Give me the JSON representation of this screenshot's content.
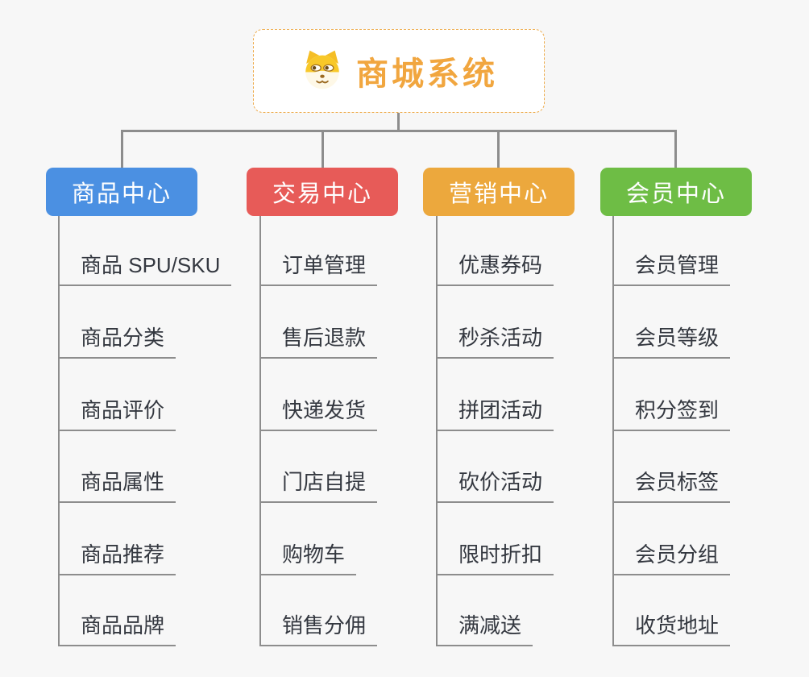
{
  "root": {
    "title": "商城系统",
    "icon": "doge-face-icon"
  },
  "colors": {
    "root_text": "#F1A63F",
    "root_border": "#EDAB4C",
    "connector_gray": "#8D8D8D",
    "subtopic_text": "#343840",
    "canvas_background": "#F7F7F7"
  },
  "branches": [
    {
      "label": "商品中心",
      "color": "#4B90E2",
      "children": [
        "商品 SPU/SKU",
        "商品分类",
        "商品评价",
        "商品属性",
        "商品推荐",
        "商品品牌"
      ]
    },
    {
      "label": "交易中心",
      "color": "#E75B58",
      "children": [
        "订单管理",
        "售后退款",
        "快递发货",
        "门店自提",
        "购物车",
        "销售分佣"
      ]
    },
    {
      "label": "营销中心",
      "color": "#ECA83D",
      "children": [
        "优惠券码",
        "秒杀活动",
        "拼团活动",
        "砍价活动",
        "限时折扣",
        "满减送"
      ]
    },
    {
      "label": "会员中心",
      "color": "#6EBD45",
      "children": [
        "会员管理",
        "会员等级",
        "积分签到",
        "会员标签",
        "会员分组",
        "收货地址"
      ]
    }
  ]
}
